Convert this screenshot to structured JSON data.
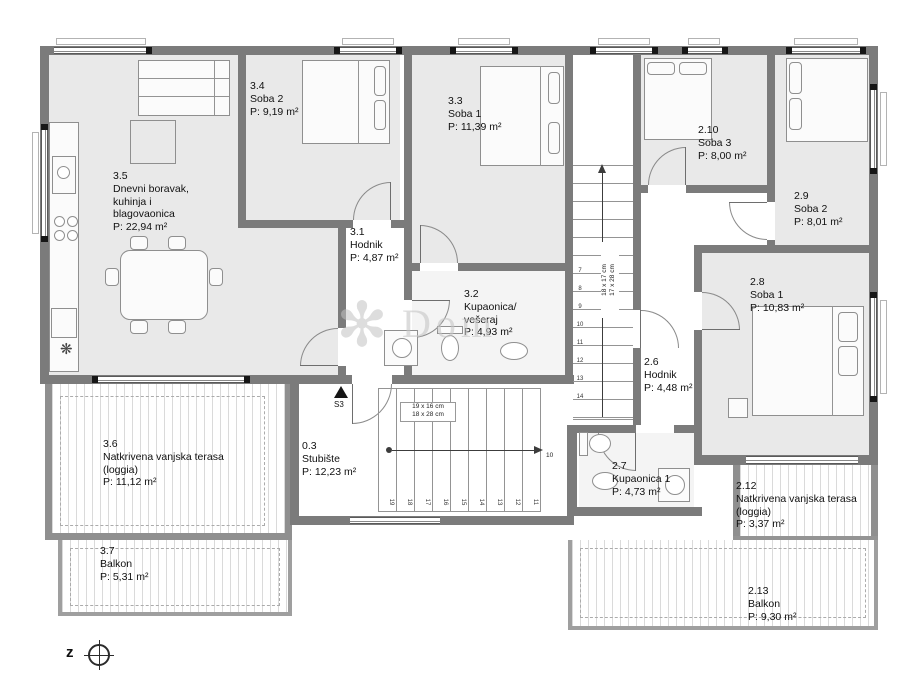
{
  "meta": {
    "drawing_type": "apartment floor plan"
  },
  "watermark": {
    "icon_glyph": "✻",
    "text": "Dom"
  },
  "compass": {
    "west_label": "z"
  },
  "symbols": {
    "hvac_snowflake": "❋"
  },
  "stairs": {
    "s3_label": "S3",
    "upper_dim_note": "18 x 17 cm\n17 x 28 cm",
    "lower_dim_note": "19 x 16 cm\n18 x 28 cm",
    "upper_tread_numbers": [
      "7",
      "8",
      "9",
      "10",
      "11",
      "12",
      "13",
      "14"
    ],
    "lower_tread_numbers": [
      "19",
      "18",
      "17",
      "16",
      "15",
      "14",
      "13",
      "12",
      "11"
    ],
    "landing_number": "10"
  },
  "rooms": [
    {
      "id": "3.5",
      "name": "Dnevni boravak,\nkuhinja i\nblagovaonica",
      "area": "P: 22,94 m²"
    },
    {
      "id": "3.4",
      "name": "Soba 2",
      "area": "P: 9,19 m²"
    },
    {
      "id": "3.3",
      "name": "Soba 1",
      "area": "P: 11,39 m²"
    },
    {
      "id": "3.1",
      "name": "Hodnik",
      "area": "P: 4,87 m²"
    },
    {
      "id": "3.2",
      "name": "Kupaonica/\nvešeraj",
      "area": "P: 4,93 m²"
    },
    {
      "id": "2.10",
      "name": "Soba 3",
      "area": "P: 8,00 m²"
    },
    {
      "id": "2.9",
      "name": "Soba 2",
      "area": "P: 8,01 m²"
    },
    {
      "id": "2.8",
      "name": "Soba 1",
      "area": "P: 10,83 m²"
    },
    {
      "id": "2.6",
      "name": "Hodnik",
      "area": "P: 4,48 m²"
    },
    {
      "id": "2.7",
      "name": "Kupaonica 1",
      "area": "P: 4,73 m²"
    },
    {
      "id": "0.3",
      "name": "Stubište",
      "area": "P: 12,23 m²"
    },
    {
      "id": "3.6",
      "name": "Natkrivena vanjska  terasa\n(loggia)",
      "area": "P: 11,12 m²"
    },
    {
      "id": "3.7",
      "name": "Balkon",
      "area": "P: 5,31 m²"
    },
    {
      "id": "2.12",
      "name": "Natkrivena vanjska  terasa\n(loggia)",
      "area": "P: 3,37 m²"
    },
    {
      "id": "2.13",
      "name": "Balkon",
      "area": "P: 9,30 m²"
    }
  ]
}
